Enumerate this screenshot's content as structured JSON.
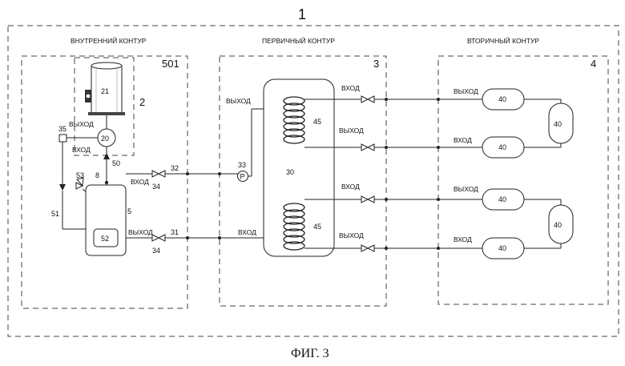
{
  "labels": {
    "system_number": "1",
    "inner_contour_title": "ВНУТРЕННИЙ КОНТУР",
    "primary_contour_title": "ПЕРВИЧНЫЙ КОНТУР",
    "secondary_contour_title": "ВТОРИЧНЫЙ КОНТУР",
    "inner_box_number": "501",
    "primary_box_number": "3",
    "secondary_box_number": "4",
    "figure_caption": "ФИГ. 3",
    "vhod": "ВХОД",
    "vyhod": "ВЫХОД"
  },
  "inner": {
    "group_number": "2",
    "heater_number": "21",
    "pump_number": "20",
    "valve_left_number": "35",
    "num_50": "50",
    "num_8": "8",
    "num_53": "53",
    "tank_number": "5",
    "tank_inner_number": "52",
    "pipe_51": "51",
    "valve_top_number": "34",
    "valve_bottom_number": "34",
    "pipe_top_number": "32",
    "pipe_bottom_number": "31"
  },
  "primary": {
    "pump_symbol": "P",
    "pump_number": "33",
    "tank_number": "30",
    "coil_top_number": "45",
    "coil_bottom_number": "45"
  },
  "secondary": {
    "unit_number": "40"
  }
}
